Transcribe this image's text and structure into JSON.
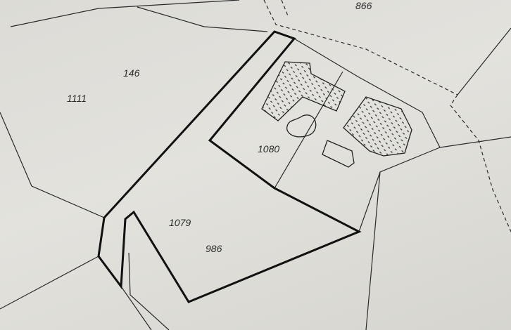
{
  "parcels": [
    {
      "id": "866"
    },
    {
      "id": "146"
    },
    {
      "id": "1111"
    },
    {
      "id": "1080"
    },
    {
      "id": "1079"
    },
    {
      "id": "986"
    }
  ],
  "colors": {
    "paper": "#e0dfda",
    "ink": "#1e1e1e"
  }
}
